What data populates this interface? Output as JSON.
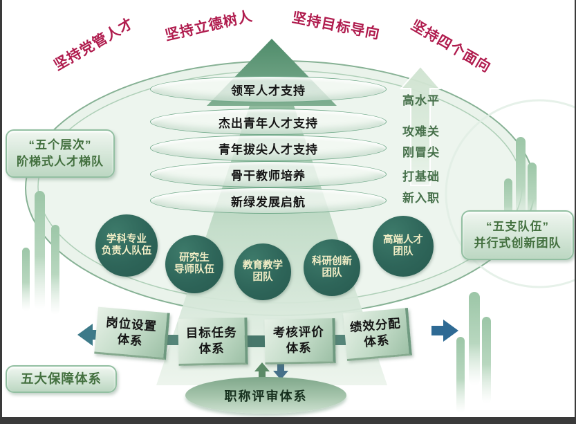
{
  "colors": {
    "accent_red": "#b01c4e",
    "circle_teal": "#2e6559",
    "leaf_green_text": "#46704a",
    "pale_ellipse_green": "#eaf3eb",
    "mountain_green": "#6ba184",
    "left_arrow_teal": "#3d7a89",
    "right_arrow_blue": "#2e6a94",
    "frame_dark": "#3a3a3a"
  },
  "principles": [
    "坚持党管人才",
    "坚持立德树人",
    "坚持目标导向",
    "坚持四个面向"
  ],
  "ladder": {
    "levels": [
      {
        "label": "领军人才支持",
        "stage": "高水平"
      },
      {
        "label": "杰出青年人才支持",
        "stage": "攻难关"
      },
      {
        "label": "青年拔尖人才支持",
        "stage": "刚冒尖"
      },
      {
        "label": "骨干教师培养",
        "stage": "打基础"
      },
      {
        "label": "新绿发展启航",
        "stage": "新入职"
      }
    ]
  },
  "left_box": {
    "line1": "“五个层次”",
    "line2": "阶梯式人才梯队"
  },
  "right_box": {
    "line1": "“五支队伍”",
    "line2": "并行式创新团队"
  },
  "teams": [
    {
      "line1": "学科专业",
      "line2": "负责人队伍"
    },
    {
      "line1": "研究生",
      "line2": "导师队伍"
    },
    {
      "line1": "教育教学",
      "line2": "团队"
    },
    {
      "line1": "科研创新",
      "line2": "团队"
    },
    {
      "line1": "高端人才",
      "line2": "团队"
    }
  ],
  "systems": [
    {
      "line1": "岗位设置",
      "line2": "体系"
    },
    {
      "line1": "目标任务",
      "line2": "体系"
    },
    {
      "line1": "考核评价",
      "line2": "体系"
    },
    {
      "line1": "绩效分配",
      "line2": "体系"
    }
  ],
  "guarantee_label": "五大保障体系",
  "review_label": "职称评审体系"
}
